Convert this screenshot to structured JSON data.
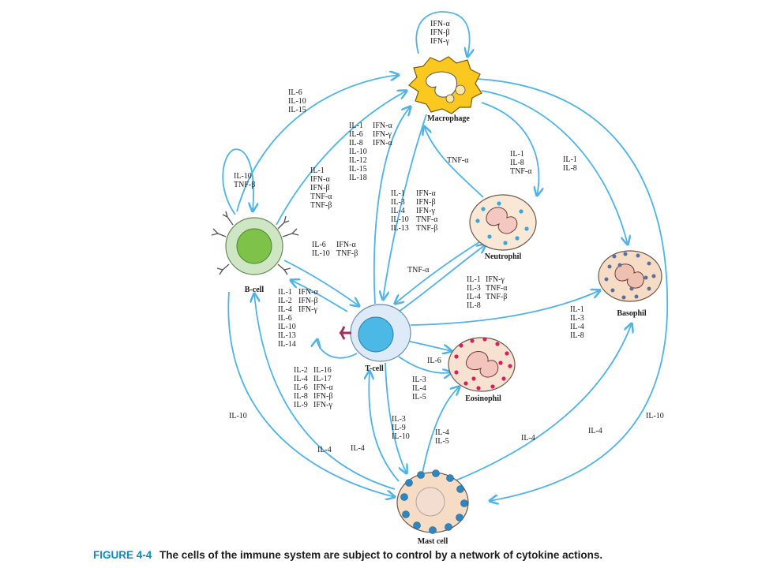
{
  "figure": {
    "number": "FIGURE 4-4",
    "caption": "The cells of the immune system are subject to control by a network of cytokine actions."
  },
  "cells": {
    "macrophage": "Macrophage",
    "neutrophil": "Neutrophil",
    "basophil": "Basophil",
    "eosinophil": "Eosinophil",
    "mast_cell": "Mast cell",
    "t_cell": "T-cell",
    "b_cell": "B-cell"
  },
  "labels": {
    "mac_self": [
      "IFN-α",
      "IFN-β",
      "IFN-γ"
    ],
    "b_to_mac": [
      "IL-6",
      "IL-10",
      "IL-15"
    ],
    "t_to_mac_col1": [
      "IL-1",
      "IL-6",
      "IL-8",
      "IL-10",
      "IL-12",
      "IL-15",
      "IL-18"
    ],
    "t_to_mac_col2": [
      "IFN-α",
      "IFN-γ",
      "IFN-α"
    ],
    "b_self": [
      "IL-10",
      "TNF-β"
    ],
    "b_to_mac2": [
      "IL-1",
      "IFN-α",
      "IFN-β",
      "TNF-α",
      "TNF-β"
    ],
    "mac_to_t_col1": [
      "IL-1",
      "IL-3",
      "IL-4",
      "IL-10",
      "IL-13"
    ],
    "mac_to_t_col2": [
      "IFN-α",
      "IFN-β",
      "IFN-γ",
      "TNF-α",
      "TNF-β"
    ],
    "neut_to_mac": [
      "TNF-α"
    ],
    "mac_to_neut": [
      "IL-1",
      "IL-8",
      "TNF-α"
    ],
    "mac_to_baso": [
      "IL-1",
      "IL-8"
    ],
    "b_to_t_col1": [
      "IL-6",
      "IL-10"
    ],
    "b_to_t_col2": [
      "IFN-α",
      "TNF-β"
    ],
    "neut_to_t": [
      "TNF-α"
    ],
    "t_to_b_col1": [
      "IL-1",
      "IL-2",
      "IL-4",
      "IL-6",
      "IL-10",
      "IL-13",
      "IL-14"
    ],
    "t_to_b_col2": [
      "IFN-α",
      "IFN-β",
      "IFN-γ"
    ],
    "t_to_neut_col1": [
      "IL-1",
      "IL-3",
      "IL-4",
      "IL-8"
    ],
    "t_to_neut_col2": [
      "IFN-γ",
      "TNF-α",
      "TNF-β"
    ],
    "t_to_baso": [
      "IL-1",
      "IL-3",
      "IL-4",
      "IL-8"
    ],
    "t_self_col1": [
      "IL-2",
      "IL-4",
      "IL-6",
      "IL-8",
      "IL-9"
    ],
    "t_self_col2": [
      "IL-16",
      "IL-17",
      "IFN-α",
      "IFN-β",
      "IFN-γ"
    ],
    "t_to_eos_il6": [
      "IL-6"
    ],
    "t_to_eos": [
      "IL-3",
      "IL-4",
      "IL-5"
    ],
    "t_to_mast": [
      "IL-3",
      "IL-9",
      "IL-10"
    ],
    "mast_to_eos": [
      "IL-4",
      "IL-5"
    ],
    "b_to_mast_il10": [
      "IL-10"
    ],
    "mast_to_b_il4": [
      "IL-4"
    ],
    "mast_to_t_il4": [
      "IL-4"
    ],
    "mast_to_baso_il4a": [
      "IL-4"
    ],
    "mast_to_baso_il4b": [
      "IL-4"
    ],
    "mac_to_mast_il10": [
      "IL-10"
    ]
  },
  "colors": {
    "arrow": "#4fb3e6",
    "caption_figure": "#0a8bc8"
  }
}
